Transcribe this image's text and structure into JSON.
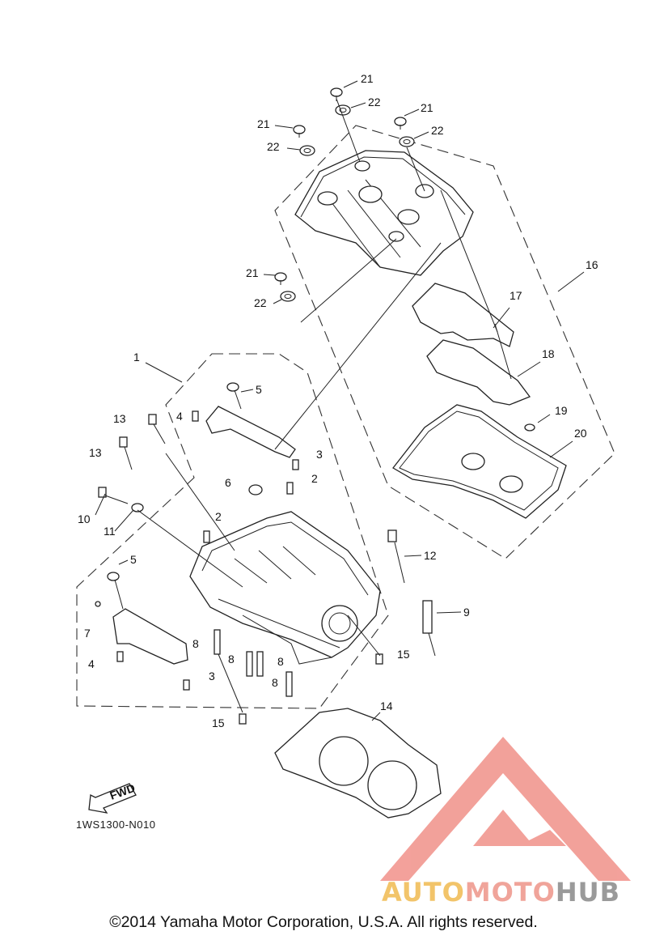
{
  "diagram_code": "1WS1300-N010",
  "copyright": "©2014 Yamaha Motor Corporation, U.S.A. All rights reserved.",
  "fwd_label": "FWD",
  "watermark": {
    "part1": "AUTO",
    "part2": "MOTO",
    "part3": "HUB"
  },
  "callouts": {
    "c1": "1",
    "c2a": "2",
    "c2b": "2",
    "c3a": "3",
    "c3b": "3",
    "c4a": "4",
    "c4b": "4",
    "c5a": "5",
    "c5b": "5",
    "c6": "6",
    "c7": "7",
    "c8a": "8",
    "c8b": "8",
    "c8c": "8",
    "c8d": "8",
    "c9": "9",
    "c10": "10",
    "c11": "11",
    "c12": "12",
    "c13a": "13",
    "c13b": "13",
    "c14": "14",
    "c15a": "15",
    "c15b": "15",
    "c16": "16",
    "c17": "17",
    "c18": "18",
    "c19": "19",
    "c20": "20",
    "c21a": "21",
    "c21b": "21",
    "c21c": "21",
    "c21d": "21",
    "c22a": "22",
    "c22b": "22",
    "c22c": "22",
    "c22d": "22"
  },
  "colors": {
    "logo_red": "#f08a82",
    "logo_orange": "#f2c46a",
    "logo_grey": "#9a9a9a"
  }
}
